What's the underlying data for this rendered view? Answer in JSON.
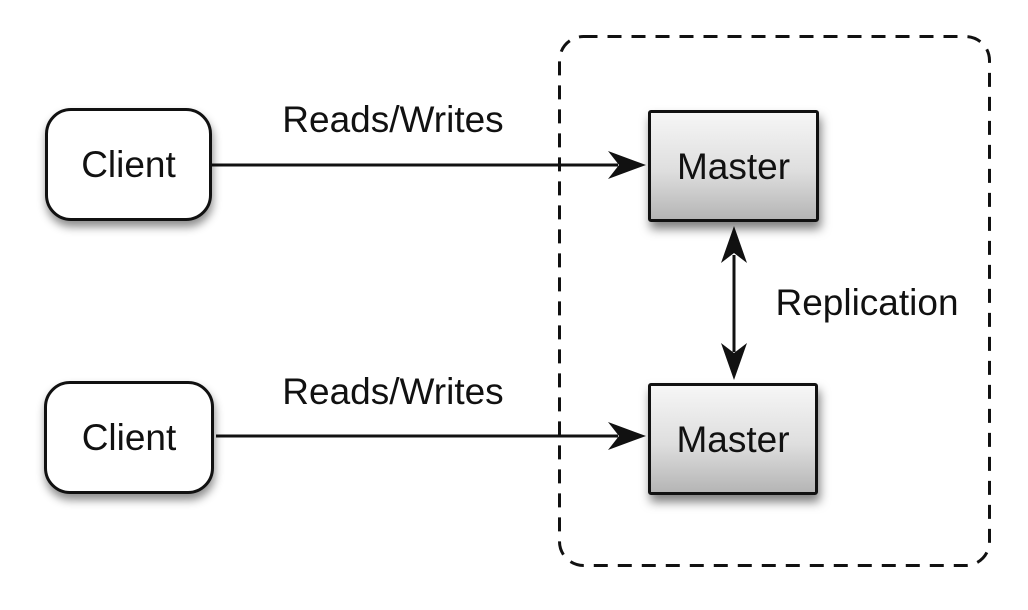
{
  "nodes": {
    "client_top": {
      "label": "Client"
    },
    "client_bottom": {
      "label": "Client"
    },
    "master_top": {
      "label": "Master"
    },
    "master_bottom": {
      "label": "Master"
    }
  },
  "edges": {
    "reads_writes_top": {
      "label": "Reads/Writes",
      "from": "client_top",
      "to": "master_top",
      "direction": "one-way"
    },
    "reads_writes_bottom": {
      "label": "Reads/Writes",
      "from": "client_bottom",
      "to": "master_bottom",
      "direction": "one-way"
    },
    "replication": {
      "label": "Replication",
      "from": "master_top",
      "to": "master_bottom",
      "direction": "two-way"
    }
  },
  "group": {
    "style": "dashed-rounded-rectangle",
    "contains": [
      "master_top",
      "master_bottom"
    ]
  },
  "colors": {
    "background": "#ffffff",
    "stroke": "#111111",
    "text": "#111111",
    "client_fill": "#ffffff",
    "master_fill_top": "#f6f6f6",
    "master_fill_bottom": "#b5b5b5"
  }
}
